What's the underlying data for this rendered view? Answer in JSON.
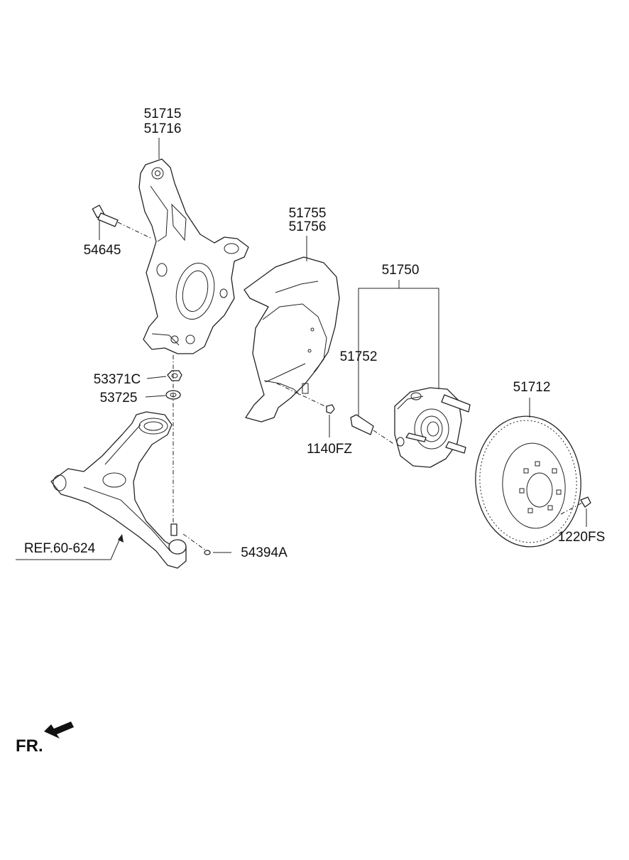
{
  "callouts": {
    "knuckle_a": "51715",
    "knuckle_b": "51716",
    "knuckle_bolt": "54645",
    "nut": "53371C",
    "washer": "53725",
    "dust_cover_a": "51755",
    "dust_cover_b": "51756",
    "dust_cover_screw": "1140FZ",
    "hub_assembly": "51750",
    "hub_bolt": "51752",
    "brake_disc": "51712",
    "disc_screw": "1220FS",
    "lower_arm_ref": "REF.60-624",
    "lower_arm_bolt": "54394A"
  },
  "front_indicator": "FR.",
  "colors": {
    "line": "#222222",
    "background": "#ffffff"
  }
}
